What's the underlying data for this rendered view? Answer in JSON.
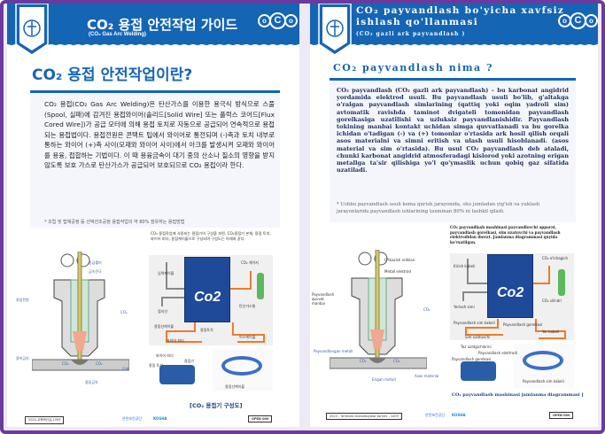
{
  "left_page": {
    "header_title": "CO₂ 용접 안전작업 가이드",
    "header_subtitle": "(CO₂ Gas Arc Welding)",
    "logo": "oCo",
    "heading": "CO₂ 용접 안전작업이란?",
    "body": "CO₂ 용접(CO₂ Gas Arc Welding)은 탄산가스를 이용한 용극식 방식으로 스풀(Spool, 실패)에 감겨진 용접와이어(솔리드[Solid Wire] 또는 플럭스 코어드[Flux Cored Wire])가 공급 모터에 의해 용접 토치로 자동으로 공급되어 연속적으로 용접되는 용접법이다. 용접전원은 콘택트 팁에서 와이어로 통전되며 (-)측과 토치 내부로 통하는 와이어 (+)측 사이(모재와 와이어 사이)에서 아크를 발생시켜 모재와 와이어를 용융, 접합하는 기법이다. 이 때 용융금속이 대기 중의 산소나 질소의 영향을 받지 않도록 보호 가스로 탄산가스가 공급되어 보호되므로 CO₂ 용접이라 한다.",
    "note": "* 조립 및 탑재공정 등 선박건조공정 용접작업의 약 80% 점유하는 용접방법",
    "diagram_intro": "CO₂ 용접작업에 사용되는 용접기의 구성을 보면, CO₂용접기 본체, 용접 토치, 와이어 피더, 용접케이블으로 구성되며 구성도는 아래와 같다.",
    "torch_labels": [
      "송급롤러",
      "금속전극",
      "용접전원",
      "CO₂",
      "용착금속",
      "CO₂",
      "CO₂",
      "모재",
      "용융금속"
    ],
    "machine_labels": [
      "입력케이블",
      "접지선",
      "CO₂ 게이지",
      "탄산가스통",
      "용접선케이블",
      "용접토치",
      "와이어 피더",
      "어스케이블",
      "와이어 피더",
      "용접기",
      "용접 토치",
      "용접선케이블"
    ],
    "machine_text": "Co2",
    "caption": "[CO₂ 용접기 구성도]",
    "footer_code": "2023-교육혁신실-1009"
  },
  "right_page": {
    "header_title_line1": "CO₂ payvandlash bo'yicha xavfsiz",
    "header_title_line2": "ishlash qo'llanmasi",
    "header_subtitle": "(CO₂ gazli ark payvandlash )",
    "logo": "oCo",
    "heading": "CO₂ payvandlash nima ?",
    "body": "CO₂ payvandlash (CO₂ gazli ark payvandlash) – bu karbonat angidrid yordamida elektrod usuli. Bu payvandlash usuli bo'lib, g'altakga o'ralgan payvandlash simlarining (qattiq yoki oqim yadroli sim) avtomatik ravishda taminot dvigateli tomonidan payvandlash gorelkasiga uzatilishi va uzluksiz payvandlanishidir. Payvandlash tokining manbai kontakt uchidan simga quvvatlanadi va bu gorelka ichidan o'tadigan (-) va (+) tomonlar o'rtasida ark hosil qilish orqali asos materialni va simni eritish va ulash usuli hisoblanadi. (asos material va sim o'rtasida). Bu usul CO₂ payvandlash deb ataladi, chunki karbonat angidrid atmosferadagi kislorod yoki azotning erigan metallga ta'sir qilishiga yo'l qo'ymaslik uchun qobiq gaz sifatida uzatiladi.",
    "note": "* Ushbu payvandlash usuli kema qurish jarayonida, shu jumladan yig'ish va yuklash jarayonlarida payvandlash ishlarining taxminan 80% ni tashkil qiladi.",
    "diagram_intro": "CO₂ payvandlash mashinasi payvandlovchi apparat, payvandlash gorelkasi, sim uzatuvchi va payvandlash elektrodidan iborat. Jamlanma diagrammasi quyida ko'rsatilgan.",
    "torch_labels": [
      "O'tkazish roliklari",
      "Metall elektrod",
      "Payvandlash quvvat manbai",
      "CO₂",
      "Payvandlangan metall",
      "CO₂",
      "CO₂",
      "Asos material",
      "Erigan metall"
    ],
    "machine_labels": [
      "Kirish kabeli",
      "Yerlash simi",
      "CO₂ o'lchagich",
      "CO₂ silindri",
      "Payvandlash sim kabeli",
      "Payvandlash gorelkasi",
      "Sim uzatuvchi",
      "Yer kabeli",
      "Tez uzatgichlarini",
      "Payvandlash elektrodi",
      "Payvandlash gorelkasi",
      "Payvandlash sim kabeli"
    ],
    "machine_text": "Co2",
    "caption": "CO₂ payvandlash mashinasi jamlanma diagrammasi ]",
    "footer_code": "2023 - Ta'limda innovatsiyalar bo'limi - 1009"
  },
  "footer_logos": [
    "안전보건공단",
    "KOSHA",
    "OPEN 000"
  ],
  "colors": {
    "brand_blue": "#1565b5",
    "frame_purple": "#6b3a9e",
    "machine_blue": "#1f4a9a",
    "cable_orange": "#f07a2a"
  }
}
